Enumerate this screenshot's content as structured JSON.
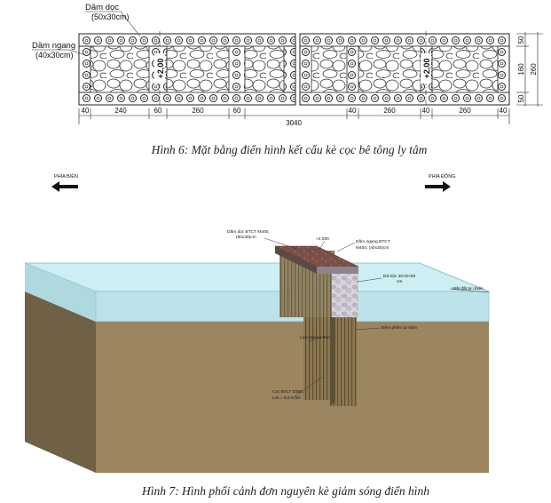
{
  "figure6": {
    "caption": "Hình 6: Mặt bằng điển hình kết cấu kè cọc bê tông ly tâm",
    "label_dam_doc": "Dầm dọc",
    "label_dam_doc_size": "(50x30cm)",
    "label_dam_ngang": "Dầm ngang",
    "label_dam_ngang_size": "(40x30cm)",
    "elev_left": "+2,00",
    "elev_right": "+2,00",
    "dims_bottom": [
      "40",
      "240",
      "60",
      "260",
      "60",
      "40",
      "260",
      "40",
      "260",
      "40"
    ],
    "dim_total": "3040",
    "dims_right": [
      "50",
      "160",
      "50"
    ],
    "dim_right_total": "260"
  },
  "figure7": {
    "caption": "Hình 7: Hình phối cảnh đơn nguyên kè giảm sóng điển hình",
    "arrow_left_label": "PHÍA BIỂN",
    "arrow_right_label": "PHÍA ĐỒNG",
    "annot_dam_doc_1": "Dầm dọc BTCT M400,",
    "annot_dam_doc_2": "(50x30)cm",
    "annot_elev": "+2.000",
    "annot_dam_ngang_1": "Dầm ngang BTCT",
    "annot_dam_ngang_2": "M400, (40x30)cm",
    "annot_da_hoc_1": "Đá hộc 40<D<60",
    "annot_da_hoc_2": "cm",
    "annot_mat_dat": "Mặt đất tự nhiên",
    "annot_dem_phen": "Đệm phên cừ tràm",
    "annot_lop_phu": "Lớp phủ sa mới",
    "annot_coc_1": "Cọc BTLT D300,",
    "annot_coc_2": "Lck = 8,0-9,0m"
  },
  "colors": {
    "water": "#bfe6ec",
    "soil_front": "#9b8660",
    "soil_side": "#6f6046",
    "pile": "#8a7650",
    "beam_top": "#7a4b45",
    "stone": "#c9c2cf"
  }
}
